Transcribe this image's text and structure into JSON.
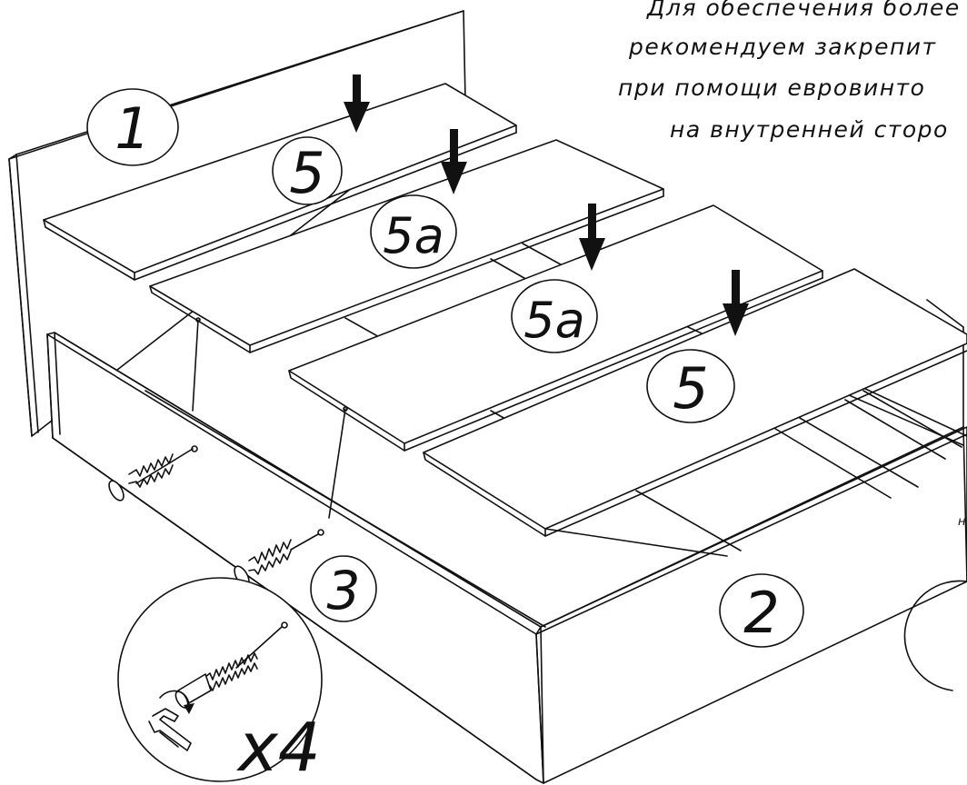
{
  "note": {
    "lines": [
      "Для обеспечения более",
      "рекомендуем закрепит",
      "при помощи евровинто",
      "на внутренней сторо"
    ],
    "side_text": "н"
  },
  "callouts": {
    "headboard": "1",
    "panel_front": "5",
    "panel_second": "5a",
    "panel_third": "5a",
    "panel_back": "5",
    "side_rail": "3",
    "footboard": "2",
    "quantity": "x4"
  },
  "colors": {
    "line": "#111111",
    "background": "#ffffff"
  },
  "icons": [
    "down-arrow-icon",
    "screw-icon",
    "hex-key-icon",
    "rotation-arrow-icon"
  ]
}
